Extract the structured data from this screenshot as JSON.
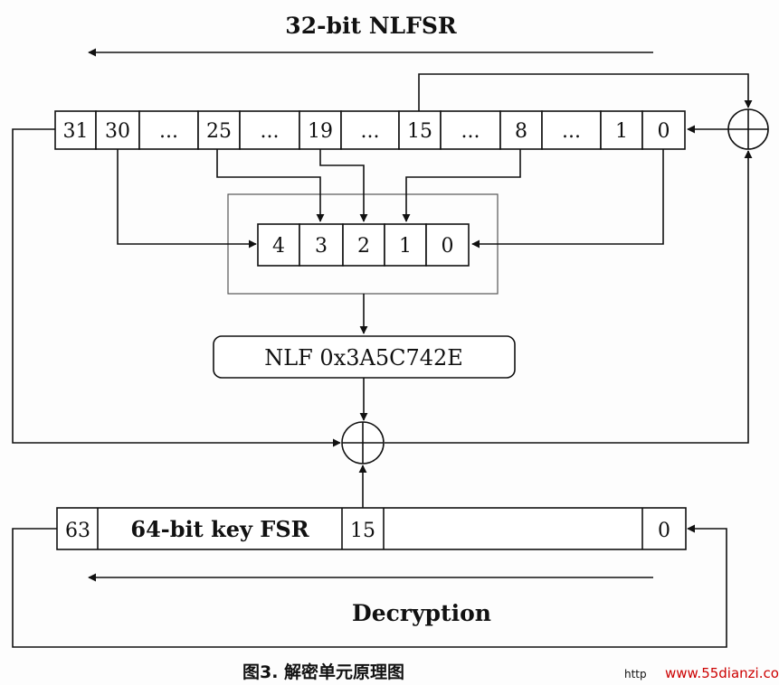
{
  "title": "32-bit NLFSR",
  "nlfsr_cells": [
    "31",
    "30",
    "...",
    "25",
    "...",
    "19",
    "...",
    "15",
    "...",
    "8",
    "...",
    "1",
    "0"
  ],
  "nlf_input_cells": [
    "4",
    "3",
    "2",
    "1",
    "0"
  ],
  "nlf_label": "NLF 0x3A5C742E",
  "key_fsr": {
    "left_cell": "63",
    "label": "64-bit key FSR",
    "tap_cell": "15",
    "right_cell": "0"
  },
  "mode_label": "Decryption",
  "caption": "图3. 解密单元原理图",
  "watermark_left": "http",
  "watermark": "www.55dianzi.com"
}
